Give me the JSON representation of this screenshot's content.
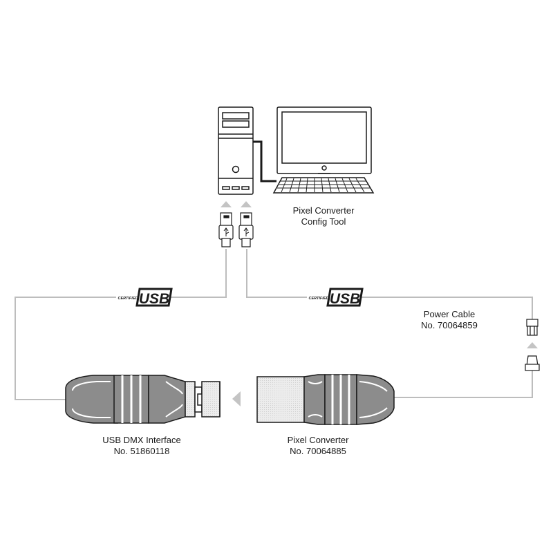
{
  "labels": {
    "config_tool": {
      "line1": "Pixel Converter",
      "line2": "Config Tool"
    },
    "power_cable": {
      "line1": "Power Cable",
      "line2": "No. 70064859"
    },
    "usb_dmx": {
      "line1": "USB DMX Interface",
      "line2": "No. 51860118"
    },
    "pixel_converter": {
      "line1": "Pixel Converter",
      "line2": "No. 70064885"
    }
  },
  "usb_logo": {
    "small_text": "CERTIFIED",
    "big_text": "USB"
  },
  "colors": {
    "cable": "#bdbdbd",
    "arrow": "#c4c4c4",
    "outline": "#1a1a1a",
    "housing": "#dcdcdc",
    "boot": "#8c8c8c"
  },
  "icons": [
    "desktop-tower-icon",
    "monitor-icon",
    "keyboard-icon",
    "usb-plug-icon",
    "xlr-connector-icon",
    "power-plug-icon"
  ]
}
